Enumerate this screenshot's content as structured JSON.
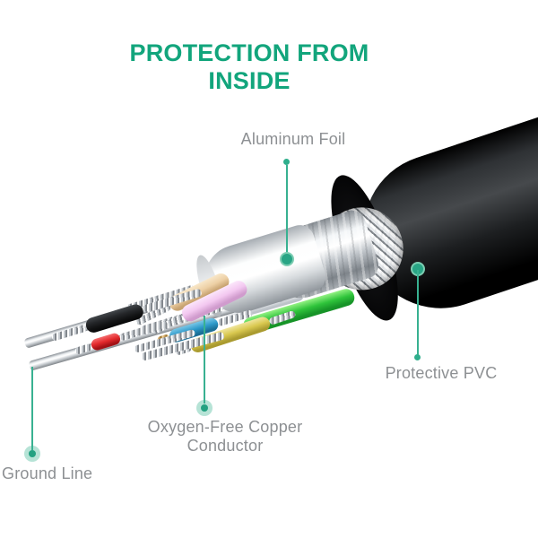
{
  "title": "PROTECTION FROM INSIDE",
  "callouts": {
    "aluminum_foil": {
      "label": "Aluminum Foil"
    },
    "protective_pvc": {
      "label": "Protective PVC"
    },
    "copper_conductor": {
      "label": "Oxygen-Free Copper Conductor"
    },
    "ground_line": {
      "label": "Ground Line"
    }
  },
  "colors": {
    "title_teal": "#12a57c",
    "leader_teal": "#38b191",
    "label_gray": "#8d9093",
    "pvc_black": "#1d1f21",
    "foil_silver": "#e8ebee",
    "copper": "#b5723d",
    "wire_black": "#26282b",
    "wire_red": "#e42a2d",
    "wire_tan": "#edd0a5",
    "wire_pink": "#f3c8f0",
    "wire_blue": "#2f9bcb",
    "wire_yellow": "#d9c84f",
    "wire_green": "#2fc43b",
    "wire_white": "#f1f3f5",
    "ground_silver": "#c9ced2"
  },
  "illustration": {
    "type": "cable-cutaway",
    "visible_layers": [
      "protective PVC jacket",
      "braided shield",
      "aluminum foil",
      "copper drain wire",
      "inner white jacket",
      "insulated conductors",
      "ground wires"
    ]
  }
}
